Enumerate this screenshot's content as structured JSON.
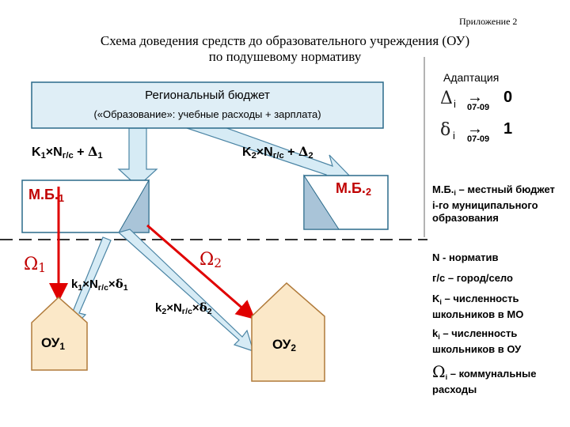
{
  "header": {
    "appendix": "Приложение 2",
    "title_line1": "Схема доведения средств до образовательного учреждения (ОУ)",
    "title_line2": "по подушевому нормативу"
  },
  "budget_box": {
    "title": "Региональный бюджет",
    "subtitle": "(«Образование»: учебные расходы + зарплата)"
  },
  "formulas": {
    "k1_main": "K",
    "k1_sub": "1",
    "k1_rest": "×N",
    "k1_rest_sub": "г/с",
    "k1_plus": " + ",
    "k1_delta": "Δ",
    "k1_delta_sub": "1",
    "k2_main": "K",
    "k2_sub": "2",
    "k2_rest": "×N",
    "k2_rest_sub": "г/с",
    "k2_plus": " + ",
    "k2_delta": "Δ",
    "k2_delta_sub": "2",
    "sk1_main": "k",
    "sk1_sub": "1",
    "sk1_rest": "×N",
    "sk1_rest_sub": "г/с",
    "sk1_times": "×",
    "sk1_delta": "δ",
    "sk1_delta_sub": "1",
    "sk2_main": "k",
    "sk2_sub": "2",
    "sk2_rest": "×N",
    "sk2_rest_sub": "г/с",
    "sk2_times": "×",
    "sk2_delta": "δ",
    "sk2_delta_sub": "2"
  },
  "mb": {
    "mb1": "М.Б.",
    "mb1_sub": "1",
    "mb2": "М.Б.",
    "mb2_sub": "2"
  },
  "omega": {
    "o1": "Ω",
    "o1_sub": "1",
    "o2": "Ω",
    "o2_sub": "2"
  },
  "schools": {
    "ou1": "ОУ",
    "ou1_sub": "1",
    "ou2": "ОУ",
    "ou2_sub": "2"
  },
  "adaptation": {
    "title": "Адаптация",
    "row1_symbol": "Δ",
    "row1_sub": "i",
    "row1_arrow": "→",
    "row1_years": "07-09",
    "row1_value": "0",
    "row2_symbol": "δ",
    "row2_sub": "i",
    "row2_arrow": "→",
    "row2_years": "07-09",
    "row2_value": "1"
  },
  "legend": {
    "mb_symbol": "М.Б.",
    "mb_sub": "i",
    "mb_text": " – местный бюджет i-го муниципального образования",
    "n_text": "N - норматив",
    "gs_text": "г/с – город/село",
    "ki_symbol": "K",
    "ki_sub": "i",
    "ki_text": " – численность школьников в МО",
    "ki2_symbol": "k",
    "ki2_sub": "i",
    "ki2_text": " – численность школьников в ОУ",
    "omega_symbol": "Ω",
    "omega_sub": "i",
    "omega_text": " – коммунальные расходы"
  },
  "colors": {
    "budget_fill": "#dfeef6",
    "budget_border": "#2a6a8a",
    "arrow_fill": "#d6ebf5",
    "arrow_stroke": "#4a84a4",
    "house_fill": "#fbe8c8",
    "mb_triangle": "#a9c4d8",
    "red_arrow": "#e00000"
  }
}
